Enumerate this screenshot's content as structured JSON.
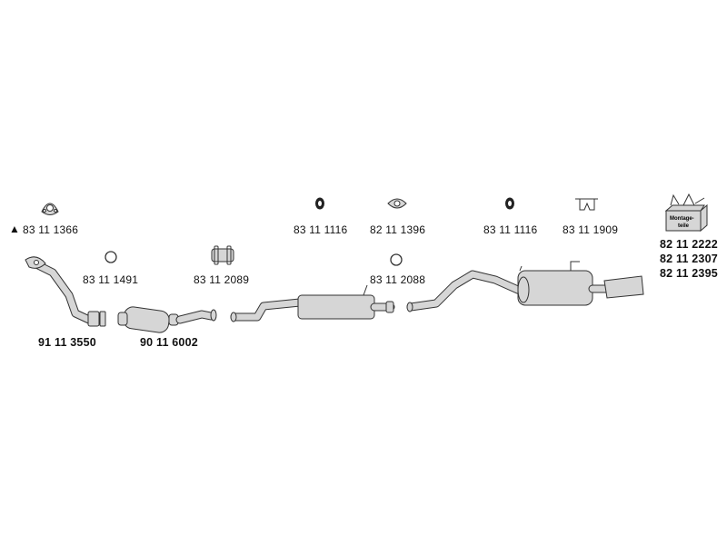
{
  "parts": {
    "gasket_triangle": "83 11 1366",
    "front_pipe": "91 11 3550",
    "ring_small": "83 11 1491",
    "catalyst": "90 11 6002",
    "clamp": "83 11 2089",
    "rubber_mount_1": "83 11 1116",
    "gasket_oval": "82 11 1396",
    "ring_mid": "83 11 2088",
    "rubber_mount_2": "83 11 1116",
    "hanger_bracket": "83 11 1909",
    "kit_1": "82 11 2222",
    "kit_2": "82 11 2307",
    "kit_3": "82 11 2395"
  },
  "kit_box_text": {
    "line1": "Montage-",
    "line2": "teile"
  },
  "marker_symbol": "▲"
}
